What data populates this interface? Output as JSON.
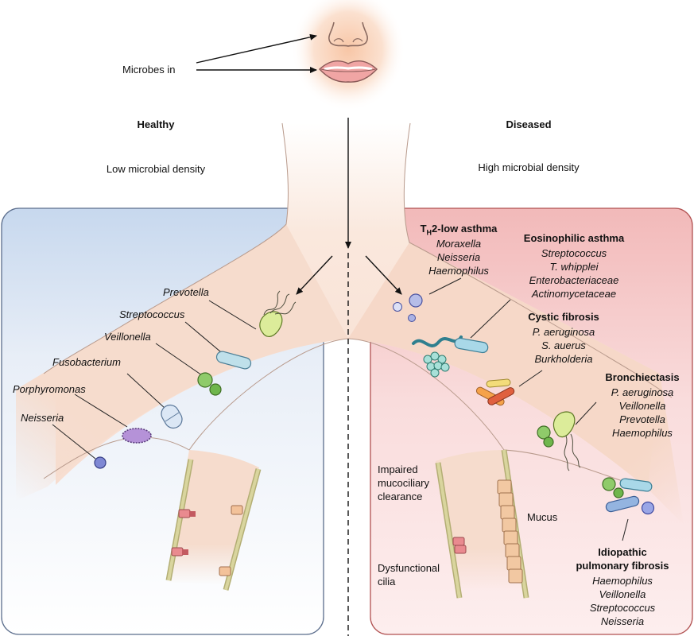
{
  "top": {
    "microbes_in": "Microbes in"
  },
  "healthy": {
    "title": "Healthy",
    "density": "Low microbial density"
  },
  "diseased": {
    "title": "Diseased",
    "density": "High microbial density"
  },
  "healthy_labels": {
    "prevotella": "Prevotella",
    "streptococcus": "Streptococcus",
    "veillonella": "Veillonella",
    "fusobacterium": "Fusobacterium",
    "porphyromonas": "Porphyromonas",
    "neisseria": "Neisseria"
  },
  "th2": {
    "title_prefix": "T",
    "title_sub": "H",
    "title_suffix": "2-low asthma",
    "taxa": [
      "Moraxella",
      "Neisseria",
      "Haemophilus"
    ]
  },
  "eosinophilic": {
    "title": "Eosinophilic asthma",
    "taxa": [
      "Streptococcus",
      "T. whipplei",
      "Enterobacteriaceae",
      "Actinomycetaceae"
    ]
  },
  "cystic": {
    "title": "Cystic fibrosis",
    "taxa": [
      "P. aeruginosa",
      "S. auerus",
      "Burkholderia"
    ]
  },
  "bronchiectasis": {
    "title": "Bronchiectasis",
    "taxa": [
      "P. aeruginosa",
      "Veillonella",
      "Prevotella",
      "Haemophilus"
    ]
  },
  "ipf": {
    "title": [
      "Idiopathic",
      "pulmonary fibrosis"
    ],
    "taxa": [
      "Haemophilus",
      "Veillonella",
      "Streptococcus",
      "Neisseria"
    ]
  },
  "annotations": {
    "impaired": [
      "Impaired",
      "mucociliary",
      "clearance"
    ],
    "mucus": "Mucus",
    "dysfunctional": [
      "Dysfunctional",
      "cilia"
    ]
  },
  "colors": {
    "healthy_panel": "#dde7f4",
    "diseased_panel": "#f6cccc",
    "airway": "#f7ddd0",
    "cilia_bar": "#c6c38a"
  }
}
